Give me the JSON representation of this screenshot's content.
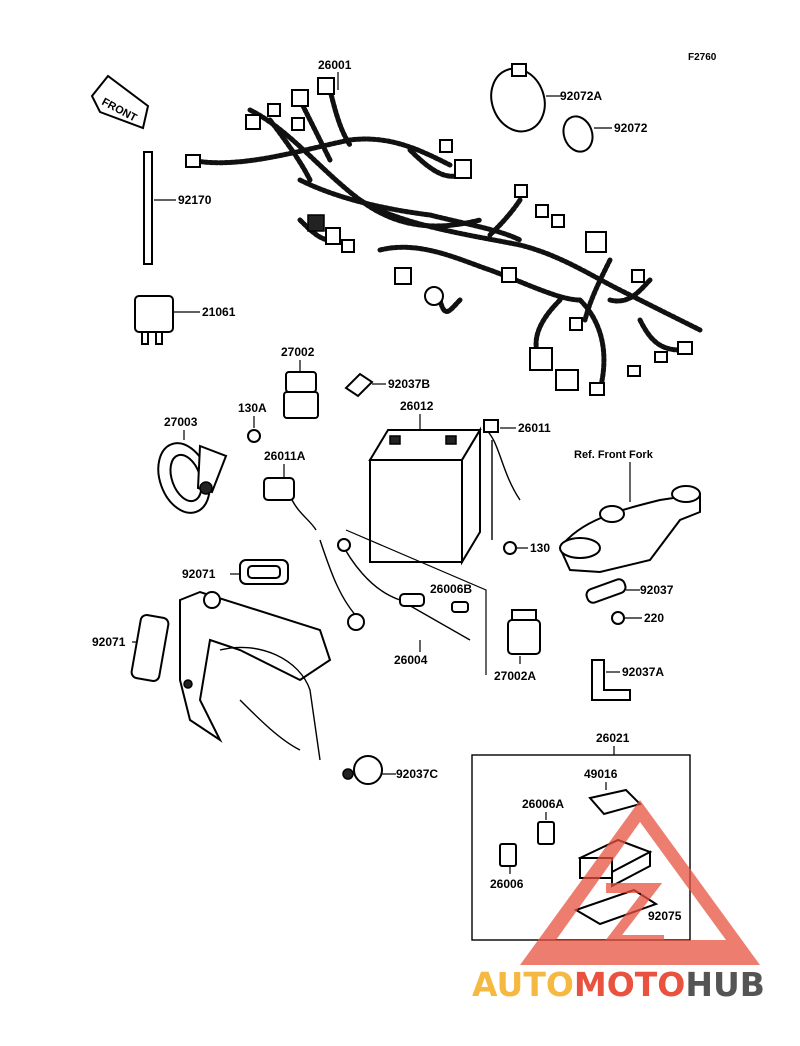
{
  "figure_code": "F2760",
  "front_arrow": "FRONT",
  "reference_note": "Ref. Front Fork",
  "parts": {
    "p26001": "26001",
    "p92072A": "92072A",
    "p92072": "92072",
    "p92170": "92170",
    "p21061": "21061",
    "p27002": "27002",
    "p92037B": "92037B",
    "p26012": "26012",
    "p27003": "27003",
    "p130A": "130A",
    "p26011": "26011",
    "p26011A": "26011A",
    "p130": "130",
    "p92071a": "92071",
    "p92071b": "92071",
    "p26006B": "26006B",
    "p26004": "26004",
    "p92037": "92037",
    "p220": "220",
    "p27002A": "27002A",
    "p92037A": "92037A",
    "p26021": "26021",
    "p92037C": "92037C",
    "p49016": "49016",
    "p26006A": "26006A",
    "p26006": "26006",
    "p92075": "92075"
  },
  "watermark": {
    "part1": "AUTO",
    "part2": "MOTO",
    "part3": "HUB",
    "color1": "#f5b942",
    "color2": "#e8523f",
    "color3": "#555555"
  }
}
